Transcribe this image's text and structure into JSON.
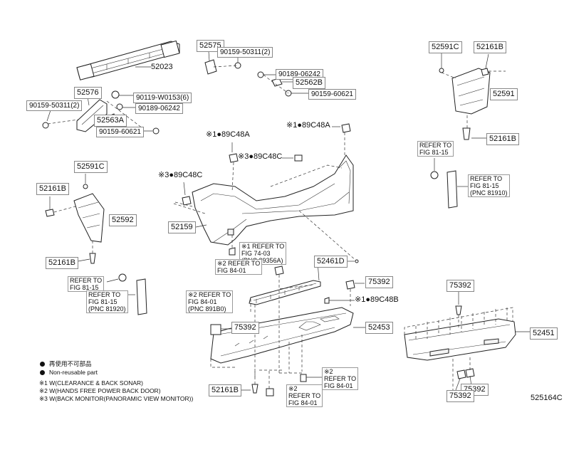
{
  "labels": {
    "p52023": "52023",
    "p52575": "52575",
    "p52576": "52576",
    "p90159_50311_a": "90159-50311(2)",
    "p90159_50311_b": "90159-50311(2)",
    "p90119_w0153": "90119-W0153(6)",
    "p90189_06242_a": "90189-06242",
    "p90189_06242_b": "90189-06242",
    "p52563a": "52563A",
    "p52562b": "52562B",
    "p90159_60621_a": "90159-60621",
    "p90159_60621_b": "90159-60621",
    "p89c48a_1": "※1●89C48A",
    "p89c48a_2": "※1●89C48A",
    "p89c48c_1": "※3●89C48C",
    "p89c48c_2": "※3●89C48C",
    "p89c48b": "※1●89C48B",
    "p52591c_r": "52591C",
    "p52161b_r1": "52161B",
    "p52591": "52591",
    "p52161b_r2": "52161B",
    "p52591c_l": "52591C",
    "p52161b_l1": "52161B",
    "p52592": "52592",
    "p52161b_l2": "52161B",
    "p52159": "52159",
    "p52461d": "52461D",
    "p75392_a": "75392",
    "p75392_b": "75392",
    "p75392_c": "75392",
    "p75392_d": "75392",
    "p75392_e": "75392",
    "p52453": "52453",
    "p52451": "52451",
    "p52161b_bot": "52161B",
    "diagram_id": "525164C"
  },
  "refs": {
    "r_fig8115_r1": "REFER TO\nFIG 81-15",
    "r_fig8115_r2": "REFER TO\nFIG 81-15\n(PNC 81910)",
    "r_fig8115_l1": "REFER TO\nFIG 81-15",
    "r_fig8115_l2": "REFER TO\nFIG 81-15\n(PNC 81920)",
    "r_fig7403": "※1 REFER TO\nFIG 74-03\n(PNC 89356A)",
    "r_fig8401_a": "※2 REFER TO\nFIG 84-01",
    "r_fig8401_b": "※2 REFER TO\nFIG 84-01\n(PNC 891B0)",
    "r_fig8401_c": "※2\nREFER TO\nFIG 84-01",
    "r_fig8401_d": "※2\nREFER TO\nFIG 84-01"
  },
  "legend": {
    "dot_jp": "再使用不可部品",
    "dot_en": "Non-reusable part",
    "note1": "※1 W(CLEARANCE & BACK SONAR)",
    "note2": "※2 W(HANDS FREE POWER BACK DOOR)",
    "note3": "※3 W(BACK MONITOR(PANORAMIC VIEW MONITOR))"
  }
}
